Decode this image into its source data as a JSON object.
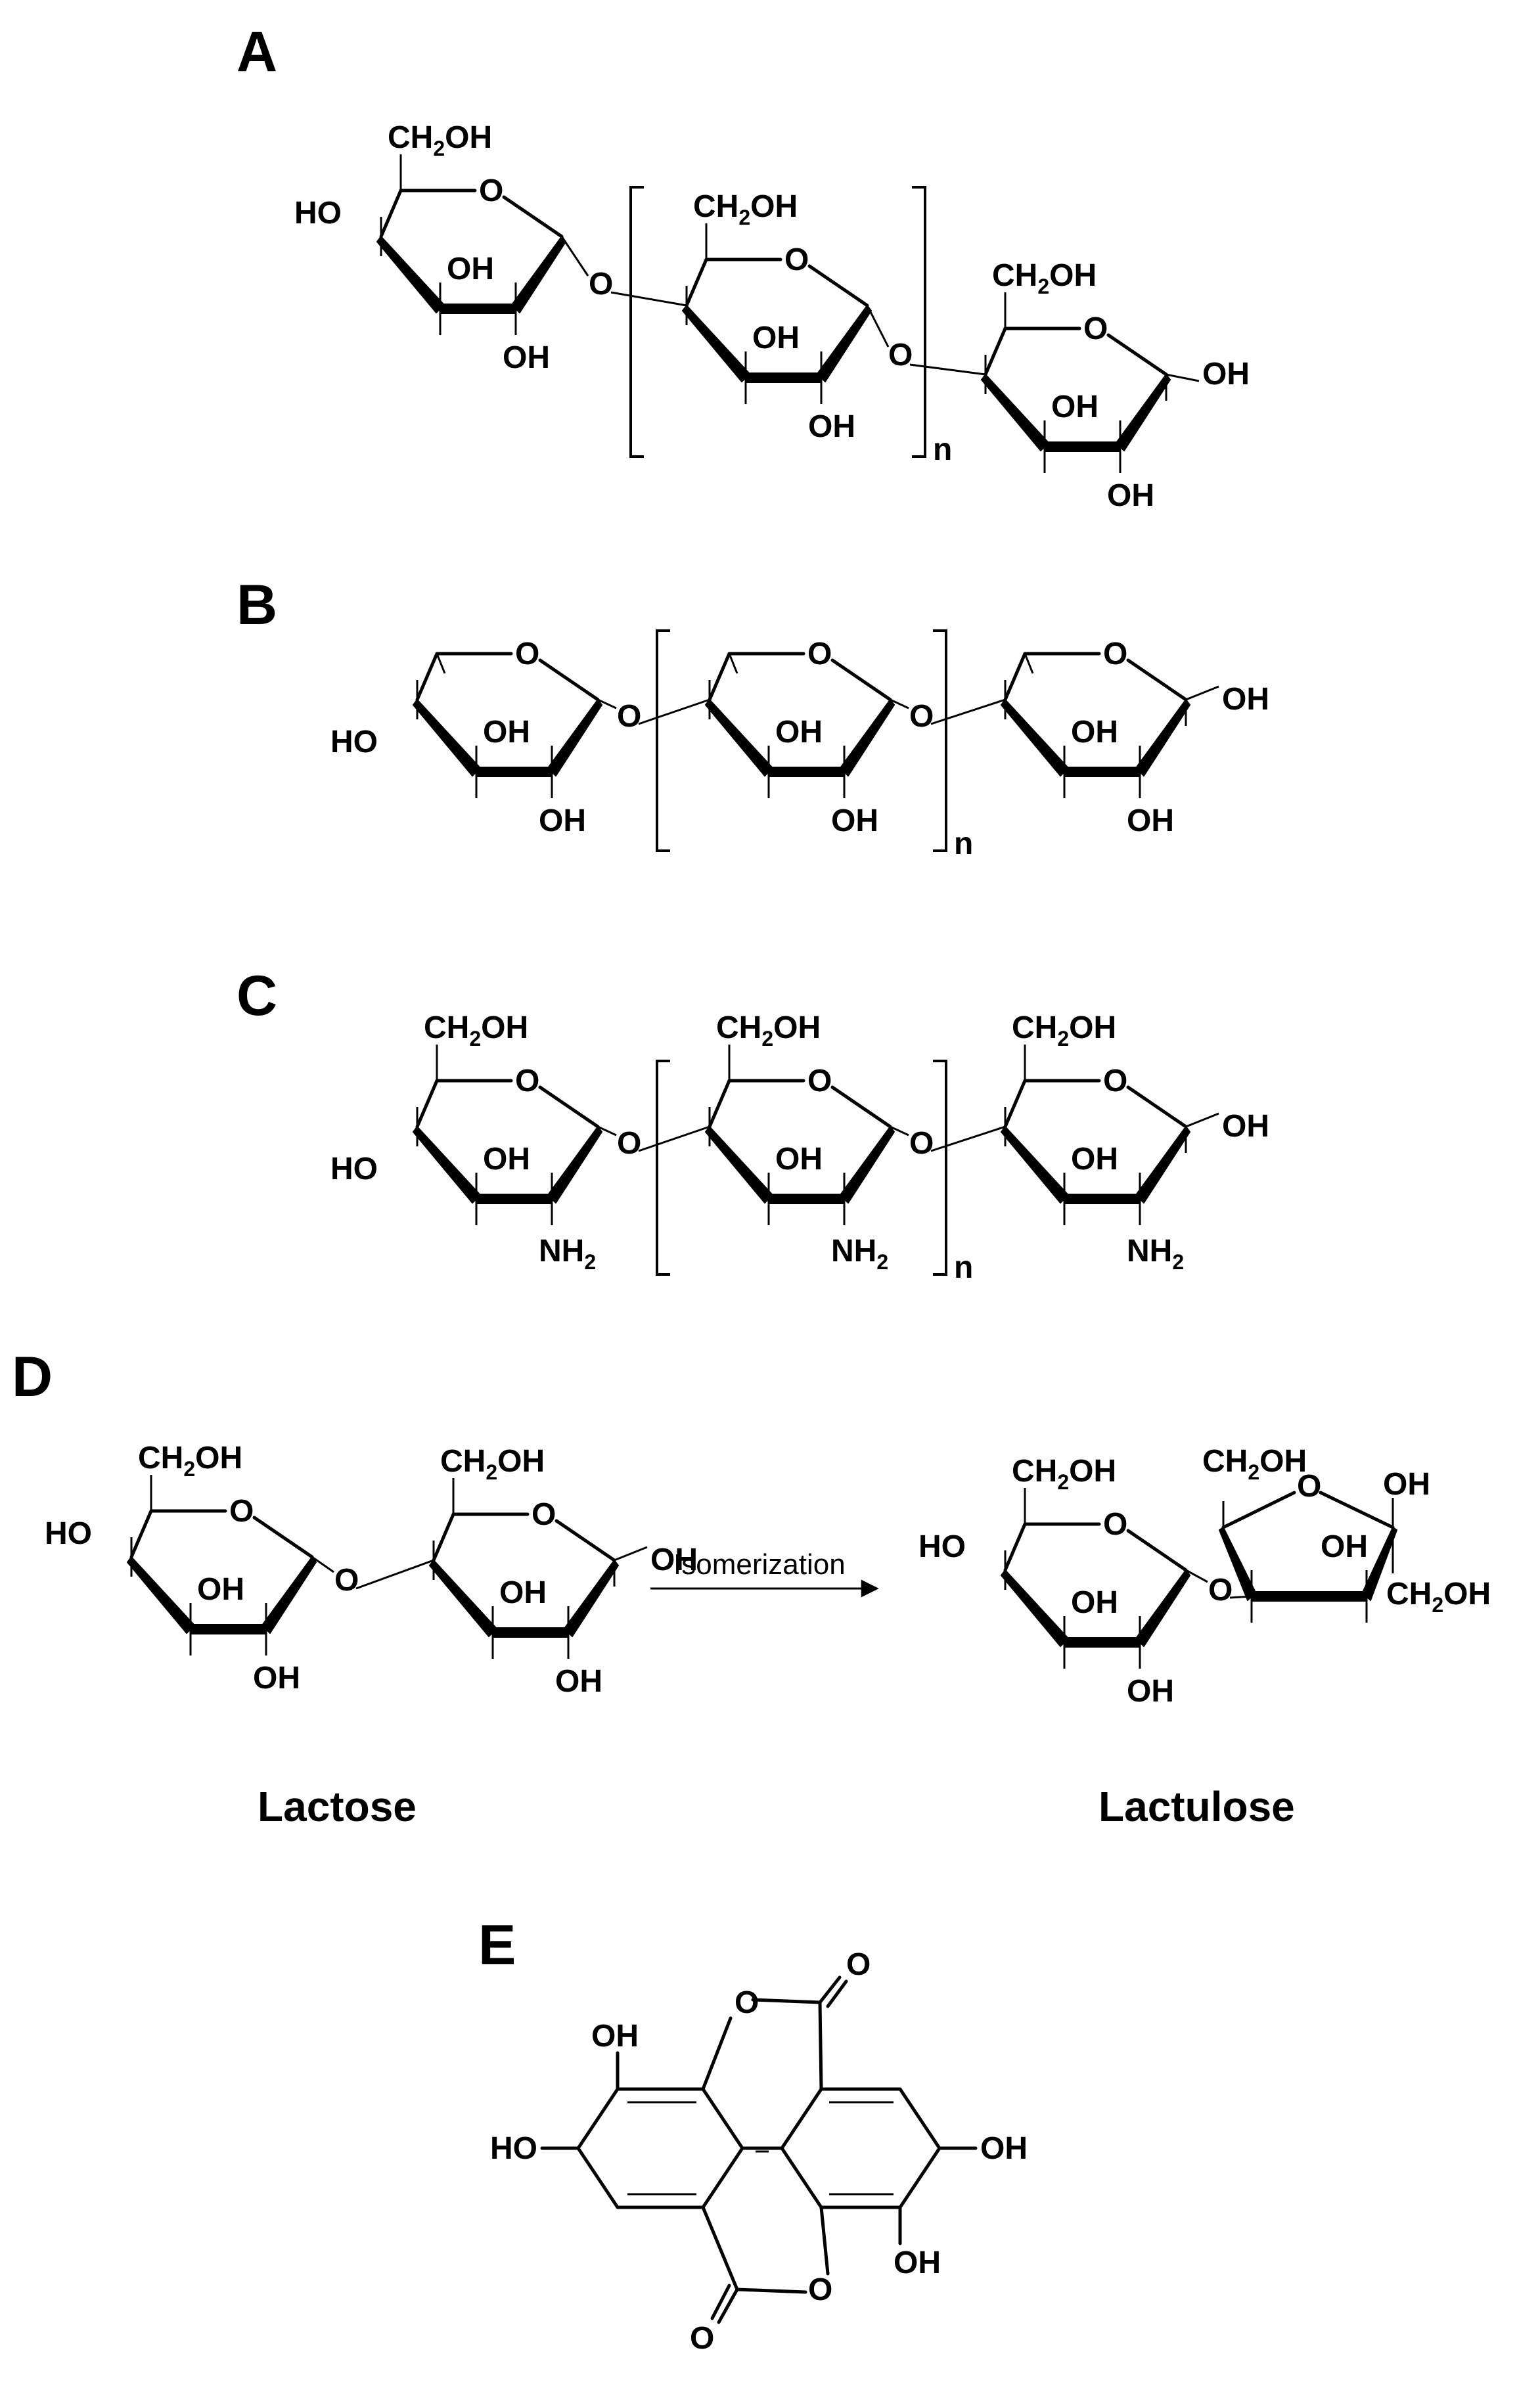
{
  "panels": [
    {
      "id": "A",
      "label": "A",
      "repeat": "n"
    },
    {
      "id": "B",
      "label": "B",
      "repeat": "n"
    },
    {
      "id": "C",
      "label": "C",
      "repeat": "n"
    },
    {
      "id": "D",
      "label": "D",
      "reactant": "Lactose",
      "product": "Lactulose",
      "arrow_label": "Isomerization"
    },
    {
      "id": "E",
      "label": "E"
    }
  ],
  "atoms": {
    "ring_o": "O",
    "hydroxyl": "OH",
    "hydroxyl_left": "HO",
    "ch2oh": "CH",
    "ch2oh_sub": "2",
    "ch2oh_tail": "OH",
    "nh2": "NH",
    "nh2_sub": "2",
    "carbonyl_o": "O"
  }
}
